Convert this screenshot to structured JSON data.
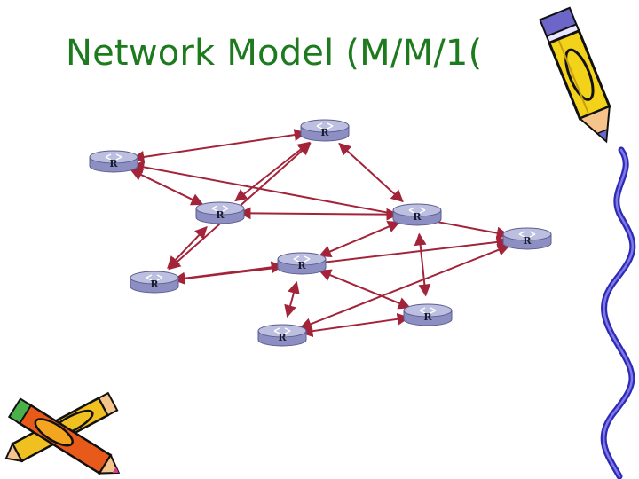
{
  "slide": {
    "title": "Network Model (M/M/1("
  },
  "colors": {
    "title": "#1e7a1e",
    "link": "#a3243a",
    "router_top": "#bdbfe0",
    "router_side": "#8d8fc2"
  },
  "icons": {
    "top_right": "pencil-icon",
    "bottom_left": "crossed-pencils-icon",
    "right_edge": "squiggle-line-icon"
  },
  "network": {
    "routers": [
      {
        "id": "r1",
        "label": "R"
      },
      {
        "id": "r2",
        "label": "R"
      },
      {
        "id": "r3",
        "label": "R"
      },
      {
        "id": "r4",
        "label": "R"
      },
      {
        "id": "r5",
        "label": "R"
      },
      {
        "id": "r6",
        "label": "R"
      },
      {
        "id": "r7",
        "label": "R"
      },
      {
        "id": "r8",
        "label": "R"
      },
      {
        "id": "r9",
        "label": "R"
      }
    ],
    "links": [
      [
        "r1",
        "r2"
      ],
      [
        "r2",
        "r3"
      ],
      [
        "r3",
        "r5"
      ],
      [
        "r2",
        "r4"
      ],
      [
        "r1",
        "r3"
      ],
      [
        "r2",
        "r5"
      ],
      [
        "r4",
        "r6"
      ],
      [
        "r5",
        "r9"
      ],
      [
        "r5",
        "r6"
      ],
      [
        "r1",
        "r9"
      ],
      [
        "r6",
        "r8"
      ],
      [
        "r6",
        "r7"
      ],
      [
        "r7",
        "r8"
      ],
      [
        "r7",
        "r9"
      ],
      [
        "r8",
        "r4"
      ],
      [
        "r3",
        "r4"
      ]
    ]
  }
}
